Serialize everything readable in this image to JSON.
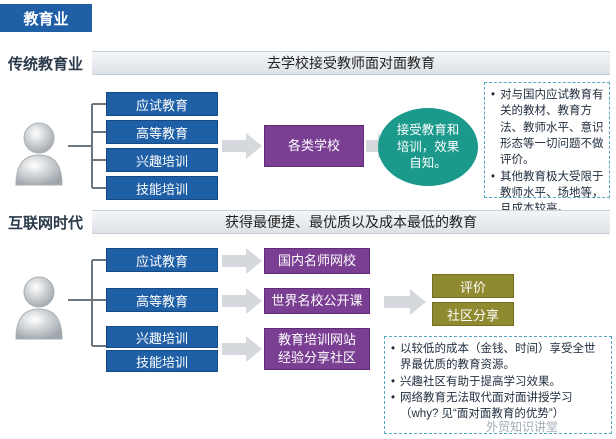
{
  "header": {
    "tab": "教育业"
  },
  "traditional": {
    "section_label": "传统教育业",
    "headline": "去学校接受教师面对面教育",
    "channels": [
      "应试教育",
      "高等教育",
      "兴趣培训",
      "技能培训"
    ],
    "school": "各类学校",
    "outcome": "接受教育和培训，效果自知。",
    "notes": [
      "对与国内应试教育有关的教材、教育方法、教师水平、意识形态等一切问题不做评价。",
      "其他教育极大受限于教师水平、场地等，且成本较高。"
    ]
  },
  "internet": {
    "section_label": "互联网时代",
    "headline": "获得最便捷、最优质以及成本最低的教育",
    "channels": [
      "应试教育",
      "高等教育",
      "兴趣培训",
      "技能培训"
    ],
    "platforms": [
      "国内名师网校",
      "世界名校公开课",
      "教育培训网站经验分享社区"
    ],
    "results": [
      "评价",
      "社区分享"
    ],
    "notes": [
      "以较低的成本（金钱、时间）享受全世界最优质的教育资源。",
      "兴趣社区有助于提高学习效果。",
      "网络教育无法取代面对面讲授学习（why? 见“面对面教育的优势”）"
    ]
  },
  "watermark": "外贸知识讲堂"
}
